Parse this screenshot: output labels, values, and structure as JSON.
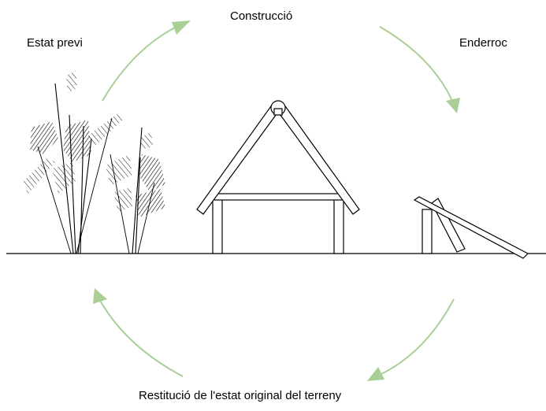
{
  "labels": {
    "top": "Construcció",
    "left": "Estat previ",
    "right": "Enderroc",
    "bottom": "Restitució de l'estat original del terreny"
  },
  "colors": {
    "arrow": "#a9cf96",
    "ink": "#000000"
  }
}
